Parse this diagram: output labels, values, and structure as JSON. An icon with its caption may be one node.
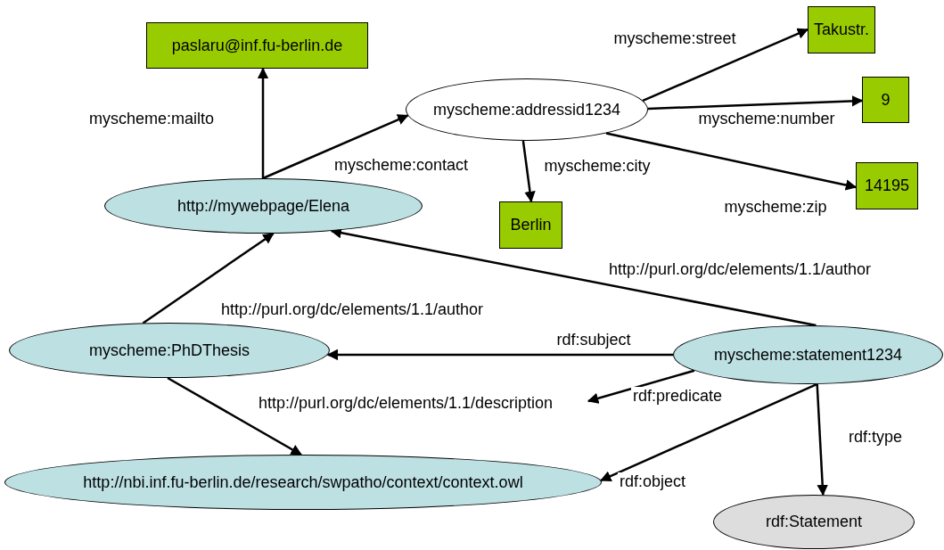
{
  "diagram": {
    "nodes": [
      {
        "text": [
          "paslaru@inf.fu-berlin.de"
        ]
      },
      {
        "text": [
          "myscheme:addressid1234"
        ]
      },
      {
        "text": [
          "Takustr."
        ]
      },
      {
        "text": [
          "9"
        ]
      },
      {
        "text": [
          "14195"
        ]
      },
      {
        "text": [
          "Berlin"
        ]
      },
      {
        "text": [
          "http://mywebpage/Elena"
        ]
      },
      {
        "text": [
          "myscheme:PhDThesis"
        ]
      },
      {
        "text": [
          "myscheme:statement1234"
        ]
      },
      {
        "text": [
          "http://purl.org/dc/elements/1.1/description"
        ]
      },
      {
        "text": [
          "http://nbi.inf.fu-berlin.de/research/swpatho/context/context.owl"
        ]
      },
      {
        "text": [
          "rdf:Statement"
        ]
      }
    ],
    "edges": [
      {
        "from": 6,
        "to": 0,
        "arrow": "to",
        "label": "myscheme:mailto"
      },
      {
        "from": 6,
        "to": 1,
        "arrow": "to",
        "label": "myscheme:contact"
      },
      {
        "from": 1,
        "to": 2,
        "arrow": "to",
        "label": "myscheme:street"
      },
      {
        "from": 1,
        "to": 3,
        "arrow": "to",
        "label": "myscheme:number"
      },
      {
        "from": 1,
        "to": 4,
        "arrow": "to",
        "label": "myscheme:zip"
      },
      {
        "from": 1,
        "to": 5,
        "arrow": "to",
        "label": "myscheme:city"
      },
      {
        "from": 8,
        "to": 6,
        "arrow": "to",
        "label": "http://purl.org/dc/elements/1.1/author"
      },
      {
        "from": 7,
        "to": 6,
        "arrow": "to",
        "label": "http://purl.org/dc/elements/1.1/author"
      },
      {
        "from": 8,
        "to": 7,
        "arrow": "to",
        "label": "rdf:subject"
      },
      {
        "from": 8,
        "to": 9,
        "arrow": "to",
        "label": "rdf:predicate"
      },
      {
        "from": 7,
        "to": 10,
        "arrow": "to"
      },
      {
        "from": 8,
        "to": 10,
        "arrow": "to",
        "label": "rdf:object"
      },
      {
        "from": 8,
        "to": 11,
        "arrow": "to",
        "label": "rdf:type"
      }
    ]
  }
}
